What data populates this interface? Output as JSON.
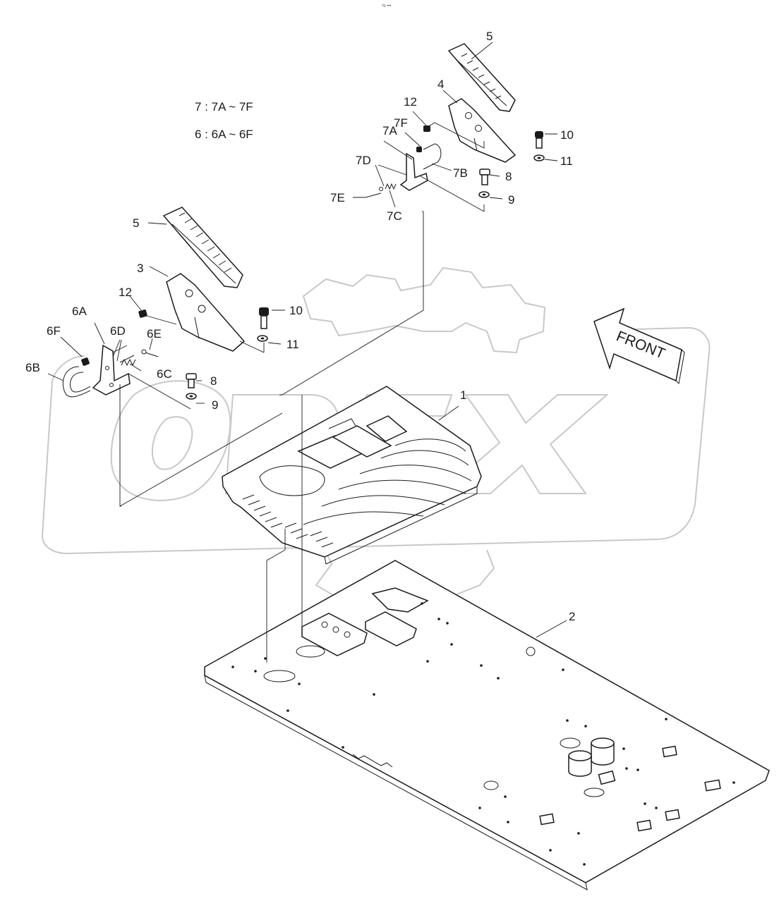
{
  "header_mark": "ⁿb •••",
  "notes": {
    "line_7": "7 : 7A ~ 7F",
    "line_6": "6 : 6A ~ 6F"
  },
  "arrow_label": "FRONT",
  "watermark": "OPEX",
  "callouts": {
    "p1": "1",
    "p2": "2",
    "p3": "3",
    "p4": "4",
    "p5_left": "5",
    "p5_right": "5",
    "p6A": "6A",
    "p6B": "6B",
    "p6C": "6C",
    "p6D": "6D",
    "p6E": "6E",
    "p6F": "6F",
    "p7A": "7A",
    "p7B": "7B",
    "p7C": "7C",
    "p7D": "7D",
    "p7E": "7E",
    "p7F": "7F",
    "p8_left": "8",
    "p8_right": "8",
    "p9_left": "9",
    "p9_right": "9",
    "p10_left": "10",
    "p10_right": "10",
    "p11_left": "11",
    "p11_right": "11",
    "p12_left": "12",
    "p12_right": "12"
  }
}
